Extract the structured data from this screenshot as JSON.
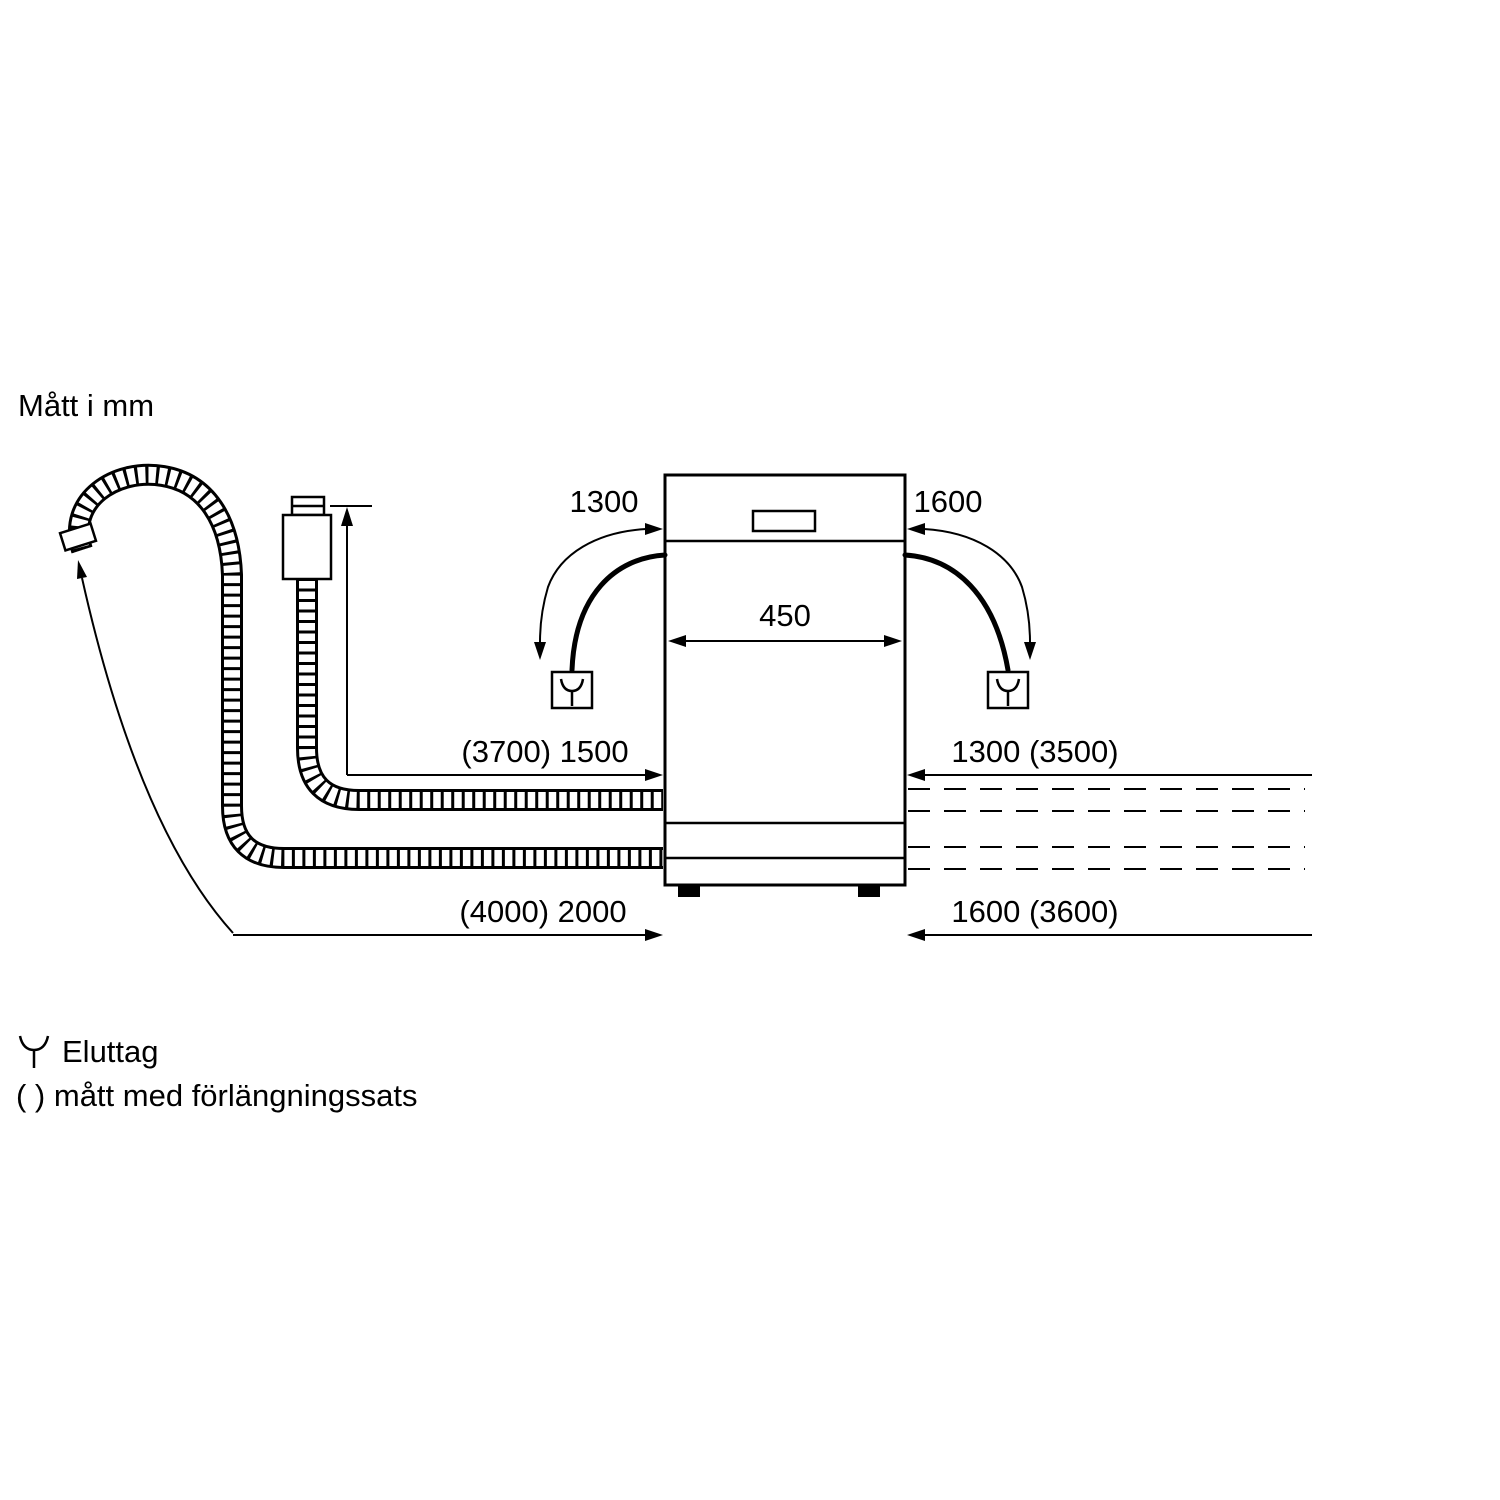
{
  "title": "Mått i mm",
  "dims": {
    "top_left": "1300",
    "top_right": "1600",
    "width": "450",
    "mid_left": "(3700) 1500",
    "mid_right": "1300 (3500)",
    "bottom_left": "(4000) 2000",
    "bottom_right": "1600 (3600)"
  },
  "legend": {
    "socket_label": "Eluttag",
    "extension_note": "( ) mått med förlängningssats"
  },
  "icons": {
    "socket": "power-outlet-icon",
    "drain_hose": "corrugated-drain-hose",
    "supply_hose": "corrugated-supply-hose"
  },
  "colors": {
    "line": "#000000",
    "background": "#ffffff"
  }
}
